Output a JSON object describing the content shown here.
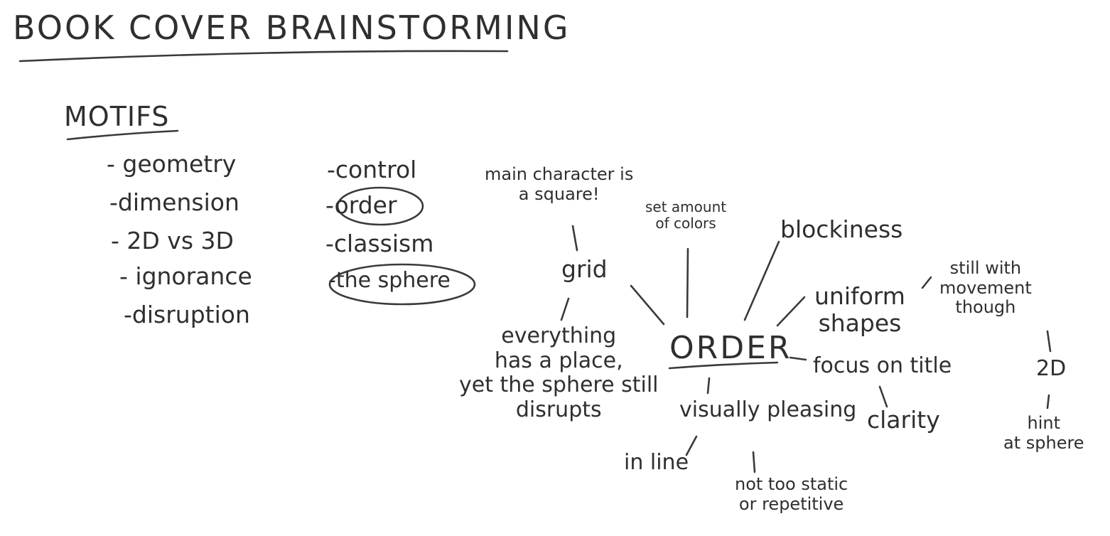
{
  "title": "BOOK COVER BRAINSTORMING",
  "motifs": {
    "heading": "MOTIFS",
    "column1": [
      "- geometry",
      "-dimension",
      "- 2D vs 3D",
      "- ignorance",
      "-disruption"
    ],
    "column2": [
      "-control",
      "-order",
      "-classism",
      "-the sphere"
    ]
  },
  "mindmap": {
    "center": "ORDER",
    "grid": "grid",
    "main_character": "main character is\na square!",
    "everything": "everything\nhas a place,\nyet the sphere still\ndisrupts",
    "set_amount": "set amount\nof colors",
    "blockiness": "blockiness",
    "uniform_shapes": "uniform\nshapes",
    "still_with": "still with\nmovement\nthough",
    "two_d": "2D",
    "hint": "hint\nat sphere",
    "focus": "focus on title",
    "clarity": "clarity",
    "visually": "visually pleasing",
    "in_line": "in line",
    "not_too": "not too static\nor repetitive"
  }
}
